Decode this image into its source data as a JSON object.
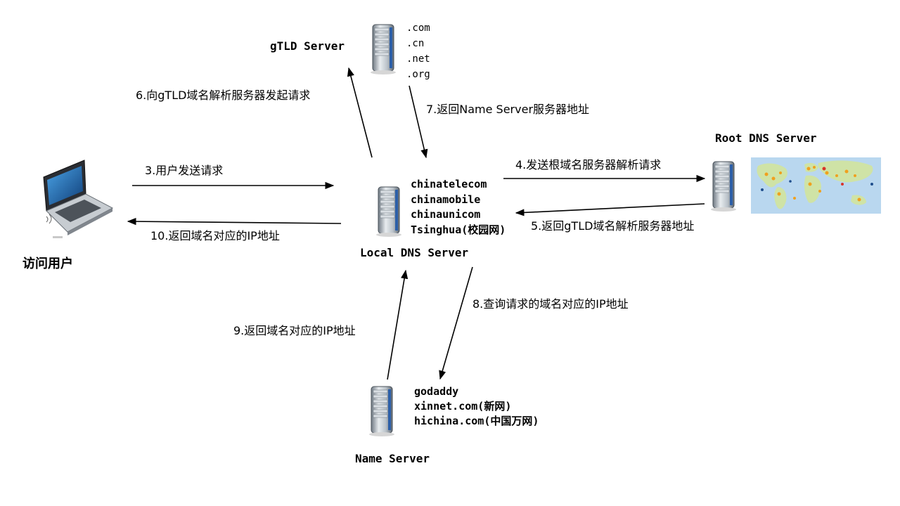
{
  "nodes": {
    "gtld": {
      "name": "gTLD Server",
      "tlds": [
        ".com",
        ".cn",
        ".net",
        ".org"
      ]
    },
    "root": {
      "name": "Root DNS Server"
    },
    "local": {
      "name": "Local DNS Server",
      "providers": [
        "chinatelecom",
        "chinamobile",
        "chinaunicom",
        "Tsinghua(校园网)"
      ]
    },
    "name": {
      "name": "Name Server",
      "registrars": [
        "godaddy",
        "xinnet.com(新网)",
        "hichina.com(中国万网)"
      ]
    },
    "user": {
      "name": "访问用户"
    }
  },
  "steps": {
    "s3": "3.用户发送请求",
    "s4": "4.发送根域名服务器解析请求",
    "s5": "5.返回gTLD域名解析服务器地址",
    "s6": "6.向gTLD域名解析服务器发起请求",
    "s7": "7.返回Name Server服务器地址",
    "s8": "8.查询请求的域名对应的IP地址",
    "s9": "9.返回域名对应的IP地址",
    "s10": "10.返回域名对应的IP地址"
  },
  "colors": {
    "arrow": "#000000",
    "server_body": "#9aa3ad",
    "server_accent": "#2c5fa8",
    "laptop_screen": "#1f6fb8",
    "map_water": "#b9d7ef",
    "map_land": "#cfe3a6"
  }
}
